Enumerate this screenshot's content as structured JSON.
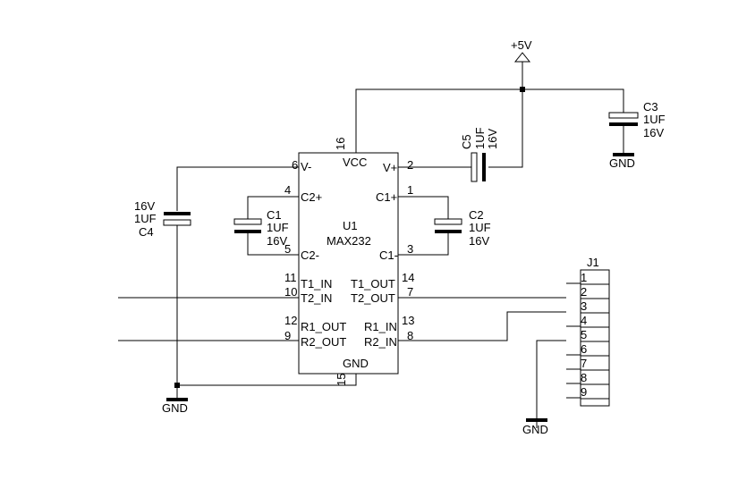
{
  "power": {
    "vcc_label": "+5V",
    "gnd_left": "GND",
    "gnd_c3": "GND",
    "gnd_j1": "GND"
  },
  "u1": {
    "ref": "U1",
    "value": "MAX232",
    "pins": {
      "vcc": "VCC",
      "vcc_num": "16",
      "vplus": "V+",
      "vplus_num": "2",
      "vminus": "V-",
      "vminus_num": "6",
      "c2plus": "C2+",
      "c2plus_num": "4",
      "c2minus": "C2-",
      "c2minus_num": "5",
      "c1plus": "C1+",
      "c1plus_num": "1",
      "c1minus": "C1-",
      "c1minus_num": "3",
      "t1in": "T1_IN",
      "t1in_num": "11",
      "t2in": "T2_IN",
      "t2in_num": "10",
      "t1out": "T1_OUT",
      "t1out_num": "14",
      "t2out": "T2_OUT",
      "t2out_num": "7",
      "r1out": "R1_OUT",
      "r1out_num": "12",
      "r2out": "R2_OUT",
      "r2out_num": "9",
      "r1in": "R1_IN",
      "r1in_num": "13",
      "r2in": "R2_IN",
      "r2in_num": "8",
      "gnd": "GND",
      "gnd_num": "15"
    }
  },
  "capacitors": {
    "c1": {
      "ref": "C1",
      "value": "1UF",
      "voltage": "16V"
    },
    "c2": {
      "ref": "C2",
      "value": "1UF",
      "voltage": "16V"
    },
    "c3": {
      "ref": "C3",
      "value": "1UF",
      "voltage": "16V"
    },
    "c4": {
      "ref": "C4",
      "value": "1UF",
      "voltage": "16V"
    },
    "c5": {
      "ref": "C5",
      "value": "1UF",
      "voltage": "16V"
    }
  },
  "j1": {
    "ref": "J1",
    "pins": [
      "1",
      "2",
      "3",
      "4",
      "5",
      "6",
      "7",
      "8",
      "9"
    ]
  }
}
